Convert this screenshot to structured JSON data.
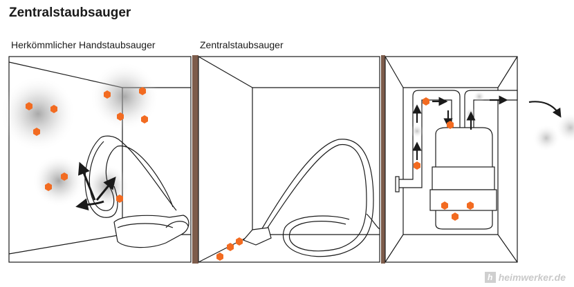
{
  "title": "Zentralstaubsauger",
  "panels": {
    "left_label": "Herkömmlicher Handstaubsauger",
    "middle_label": "Zentralstaubsauger",
    "right_label": ""
  },
  "watermark": {
    "mark": "h",
    "text": "heimwerker.de"
  },
  "colors": {
    "dust_particle": "#f26b21",
    "wall_post": "#7d5c4b",
    "line": "#1a1a1a",
    "dust_cloud": "#9a9a9a"
  }
}
